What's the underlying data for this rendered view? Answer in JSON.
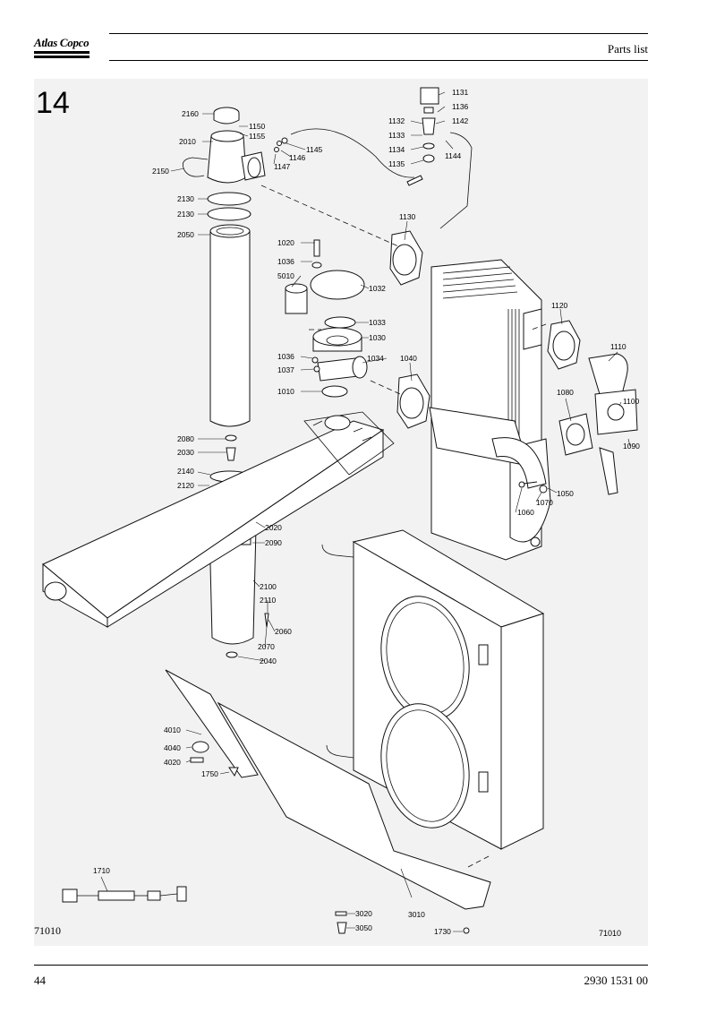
{
  "header": {
    "brand": "Atlas Copco",
    "title": "Parts list"
  },
  "figure": {
    "section_number": "14",
    "reference_bottom_left": "71010",
    "reference_bottom_right": "71010",
    "callouts": [
      "1131",
      "1136",
      "1142",
      "1132",
      "1133",
      "1134",
      "1135",
      "1144",
      "2160",
      "1150",
      "1155",
      "2010",
      "1145",
      "1146",
      "1147",
      "2150",
      "2130",
      "2130",
      "2050",
      "1130",
      "1020",
      "1036",
      "5010",
      "1032",
      "1033",
      "1030",
      "1036",
      "1037",
      "1034",
      "1010",
      "1120",
      "1110",
      "1040",
      "1080",
      "1100",
      "1090",
      "2080",
      "2030",
      "2140",
      "2120",
      "1050",
      "1060",
      "1070",
      "2020",
      "2090",
      "2100",
      "2110",
      "2060",
      "2070",
      "2040",
      "4010",
      "4040",
      "4020",
      "1750",
      "1710",
      "3020",
      "3050",
      "3010",
      "1730"
    ]
  },
  "footer": {
    "page_number": "44",
    "document_number": "2930 1531 00"
  }
}
